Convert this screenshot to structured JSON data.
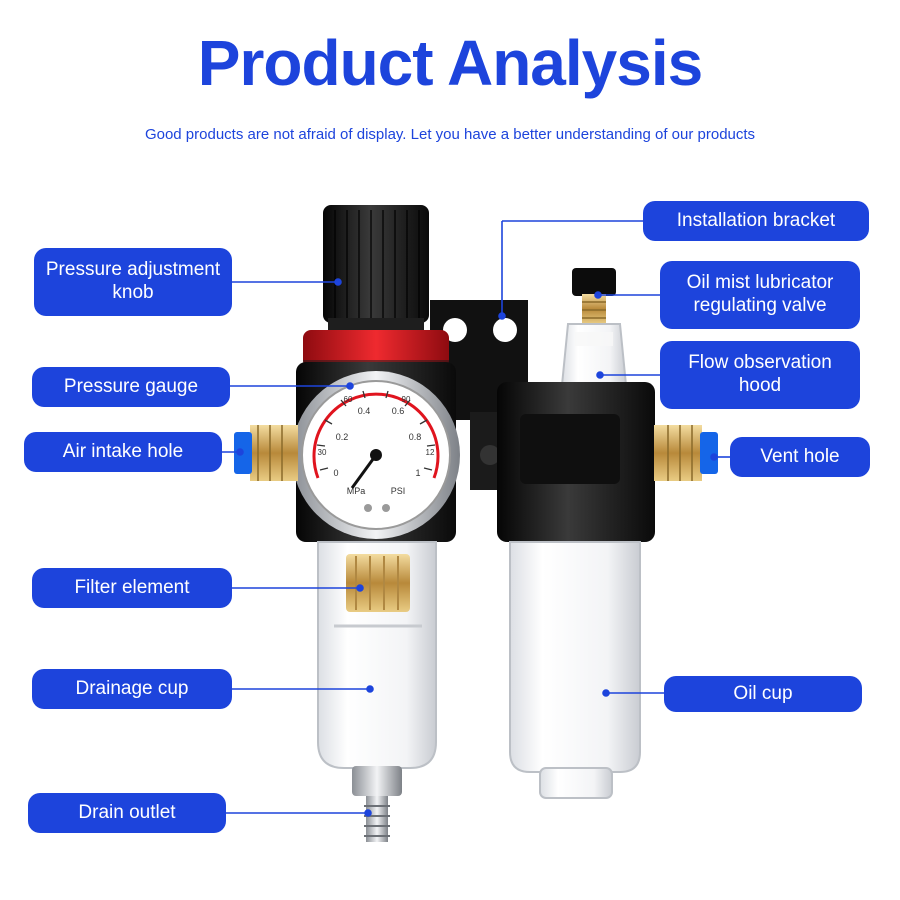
{
  "title": "Product Analysis",
  "subtitle": "Good products are not afraid of display. Let you have a better understanding of our products",
  "colors": {
    "brand": "#1d44dc",
    "label_fill": "#1d44dc",
    "label_text": "#ffffff",
    "leader_line": "#1d44dc",
    "body_black": "#161616",
    "accent_red": "#e0141e",
    "brass": "#c8a24e",
    "fitting_blue": "#1565e8"
  },
  "labels": {
    "pressure_knob": "Pressure adjustment knob",
    "pressure_gauge": "Pressure gauge",
    "air_intake": "Air intake hole",
    "filter_element": "Filter element",
    "drainage_cup": "Drainage cup",
    "drain_outlet": "Drain outlet",
    "installation_bracket": "Installation bracket",
    "lubricator_valve": "Oil mist lubricator regulating valve",
    "flow_hood": "Flow observation hood",
    "vent_hole": "Vent hole",
    "oil_cup": "Oil cup"
  },
  "gauge": {
    "unit_mpa": "MPa",
    "unit_psi": "PSI",
    "mpa_ticks": [
      "0",
      "0.2",
      "0.4",
      "0.6",
      "0.8",
      "1"
    ],
    "psi_ticks": [
      "30",
      "60",
      "90",
      "12"
    ]
  }
}
